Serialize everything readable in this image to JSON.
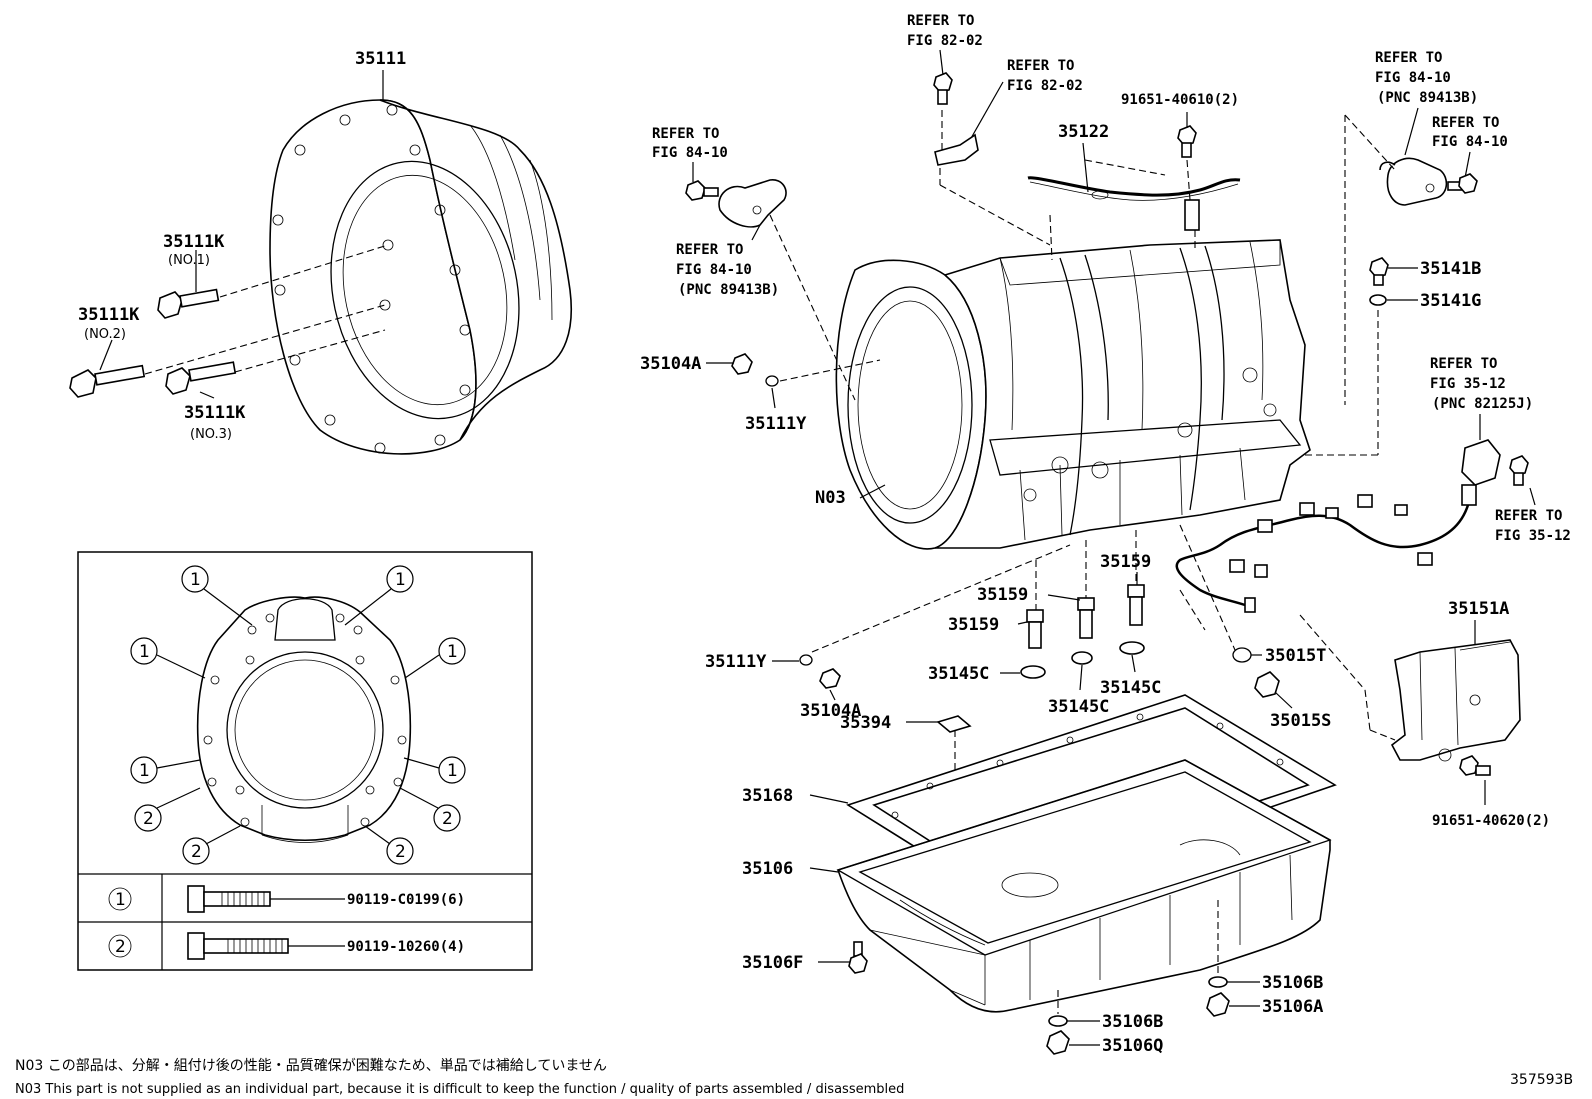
{
  "labels": {
    "p35111": "35111",
    "p35111k_1": "35111K",
    "p35111k_1_sub": "(NO.1)",
    "p35111k_2": "35111K",
    "p35111k_2_sub": "(NO.2)",
    "p35111k_3": "35111K",
    "p35111k_3_sub": "(NO.3)",
    "p35104a_top": "35104A",
    "p35111y_top": "35111Y",
    "n03": "N03",
    "p35122": "35122",
    "p91651_40610": "91651-40610(2)",
    "p35141b": "35141B",
    "p35141g": "35141G",
    "p35159_a": "35159",
    "p35159_b": "35159",
    "p35159_c": "35159",
    "p35145c_a": "35145C",
    "p35145c_b": "35145C",
    "p35145c_c": "35145C",
    "p35111y_bot": "35111Y",
    "p35104a_bot": "35104A",
    "p35015t": "35015T",
    "p35015s": "35015S",
    "p35151a": "35151A",
    "p91651_40620": "91651-40620(2)",
    "p35394": "35394",
    "p35168": "35168",
    "p35106": "35106",
    "p35106f": "35106F",
    "p35106b_a": "35106B",
    "p35106a": "35106A",
    "p35106b_b": "35106B",
    "p35106q": "35106Q"
  },
  "refs": {
    "r1": [
      "REFER TO",
      "FIG 82-02"
    ],
    "r2": [
      "REFER TO",
      "FIG 82-02"
    ],
    "r3": [
      "REFER TO",
      "FIG 84-10"
    ],
    "r4": [
      "REFER TO",
      "FIG 84-10",
      "(PNC 89413B)"
    ],
    "r5": [
      "REFER TO",
      "FIG 84-10",
      "(PNC 89413B)"
    ],
    "r6": [
      "REFER TO",
      "FIG 84-10"
    ],
    "r7": [
      "REFER TO",
      "FIG 35-12",
      "(PNC 82125J)"
    ],
    "r8": [
      "REFER TO",
      "FIG 35-12"
    ]
  },
  "inset": {
    "callout_1": "1",
    "callout_2": "2",
    "rows": [
      {
        "key": "1",
        "part": "90119-C0199(6)"
      },
      {
        "key": "2",
        "part": "90119-10260(4)"
      }
    ]
  },
  "notes": {
    "jp": "N03 この部品は、分解・組付け後の性能・品質確保が困難なため、単品では補給していません",
    "en": "N03  This part is not supplied as an individual part, because it is difficult to keep the function / quality of parts assembled / disassembled"
  },
  "illustration_number": "357593B"
}
